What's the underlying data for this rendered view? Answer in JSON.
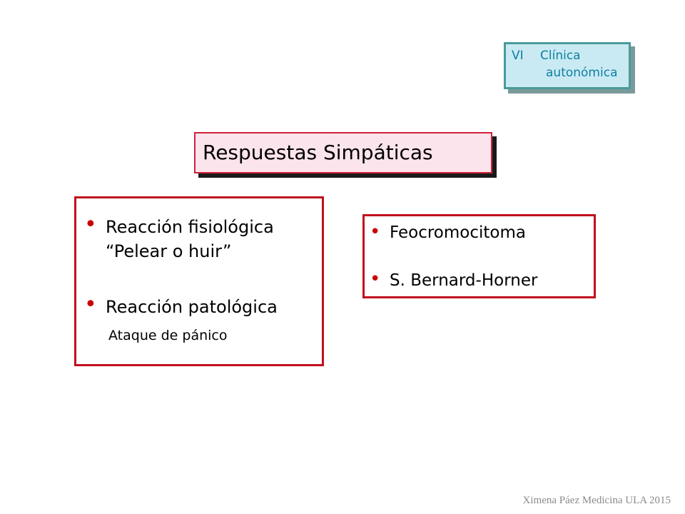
{
  "badge": {
    "number": "VI",
    "line1": "Clínica",
    "line2": "autonómica"
  },
  "title": "Respuestas Simpáticas",
  "left_box": {
    "items": [
      {
        "bullet": "•",
        "line1": "Reacción fisiológica",
        "line2": "“Pelear o huir”"
      },
      {
        "bullet": "•",
        "line1": "Reacción patológica",
        "sub": "Ataque de pánico"
      }
    ]
  },
  "right_box": {
    "items": [
      {
        "bullet": "•",
        "text": "Feocromocitoma"
      },
      {
        "bullet": "•",
        "text": "S. Bernard-Horner"
      }
    ]
  },
  "footer": "Ximena Páez Medicina ULA 2015",
  "colors": {
    "accent_red": "#c0101e",
    "badge_fill": "#c9eaf3",
    "badge_border": "#4a9a9a",
    "badge_text": "#0f7fa0",
    "title_fill": "#fce4ec"
  }
}
